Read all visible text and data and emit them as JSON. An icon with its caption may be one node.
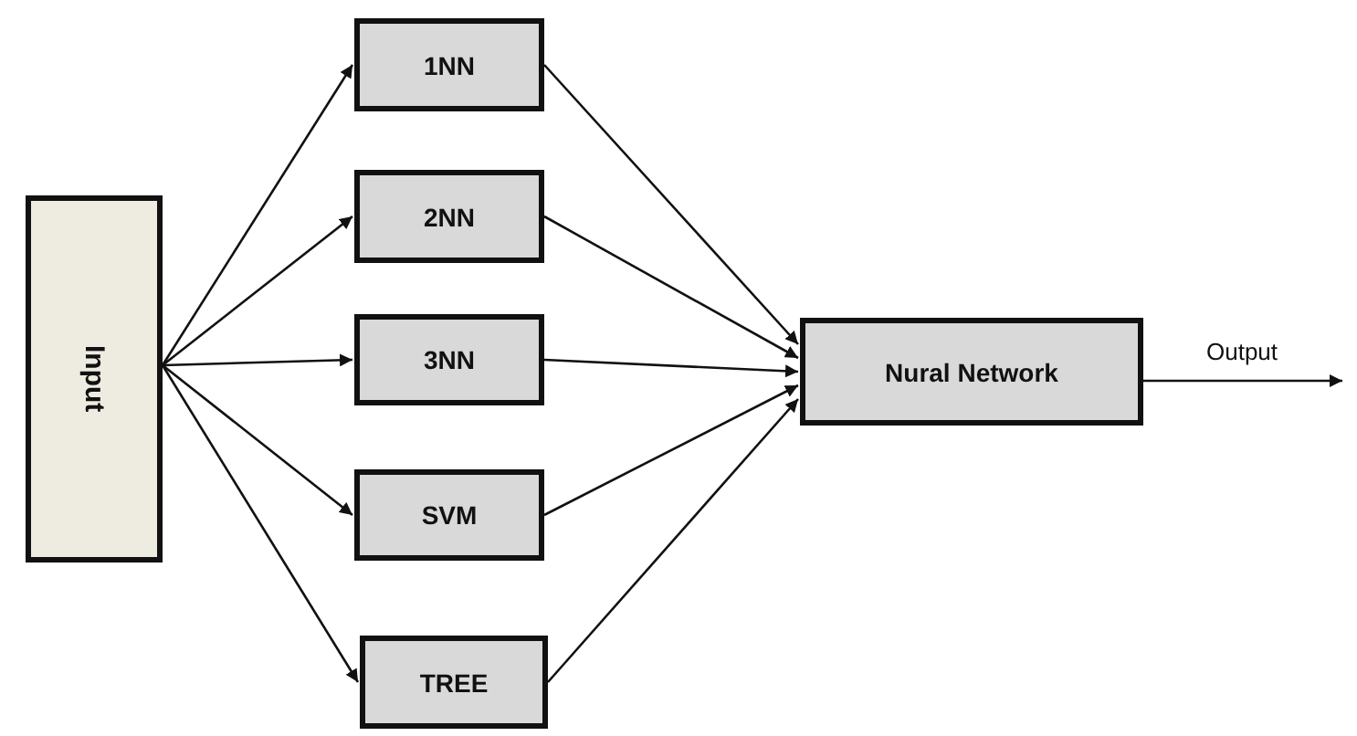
{
  "diagram": {
    "nodes": [
      {
        "text": [
          "Input"
        ]
      },
      {
        "text": [
          "1NN"
        ]
      },
      {
        "text": [
          "2NN"
        ]
      },
      {
        "text": [
          "3NN"
        ]
      },
      {
        "text": [
          "SVM"
        ]
      },
      {
        "text": [
          "TREE"
        ]
      },
      {
        "text": [
          "Nural Network"
        ]
      }
    ],
    "edges": [
      {
        "from": 0,
        "to": 1,
        "arrow": "to"
      },
      {
        "from": 0,
        "to": 2,
        "arrow": "to"
      },
      {
        "from": 0,
        "to": 3,
        "arrow": "to"
      },
      {
        "from": 0,
        "to": 4,
        "arrow": "to"
      },
      {
        "from": 0,
        "to": 5,
        "arrow": "to"
      },
      {
        "from": 1,
        "to": 6,
        "arrow": "to"
      },
      {
        "from": 2,
        "to": 6,
        "arrow": "to"
      },
      {
        "from": 3,
        "to": 6,
        "arrow": "to"
      },
      {
        "from": 4,
        "to": 6,
        "arrow": "to"
      },
      {
        "from": 5,
        "to": 6,
        "arrow": "to"
      },
      {
        "from": 6,
        "to": null,
        "arrow": "to",
        "label": "Output"
      }
    ]
  }
}
